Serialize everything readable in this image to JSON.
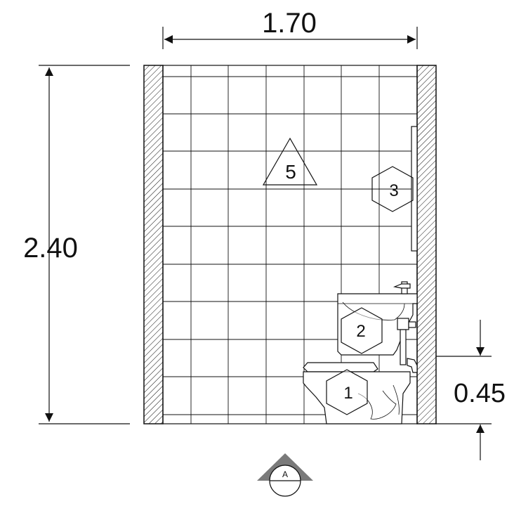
{
  "dimensions": {
    "width": "1.70",
    "height": "2.40",
    "fixture_height": "0.45"
  },
  "callouts": [
    {
      "id": "1",
      "shape": "hexagon"
    },
    {
      "id": "2",
      "shape": "hexagon"
    },
    {
      "id": "3",
      "shape": "hexagon"
    },
    {
      "id": "5",
      "shape": "triangle"
    }
  ],
  "section_marker": {
    "label": "A"
  },
  "colors": {
    "line": "#111111",
    "wall_hatch": "#111111",
    "marker_fill": "#7a7a7a",
    "background": "#ffffff"
  },
  "icons": [
    "toilet-icon",
    "urinal-icon",
    "flush-valve-icon",
    "faucet-icon"
  ]
}
